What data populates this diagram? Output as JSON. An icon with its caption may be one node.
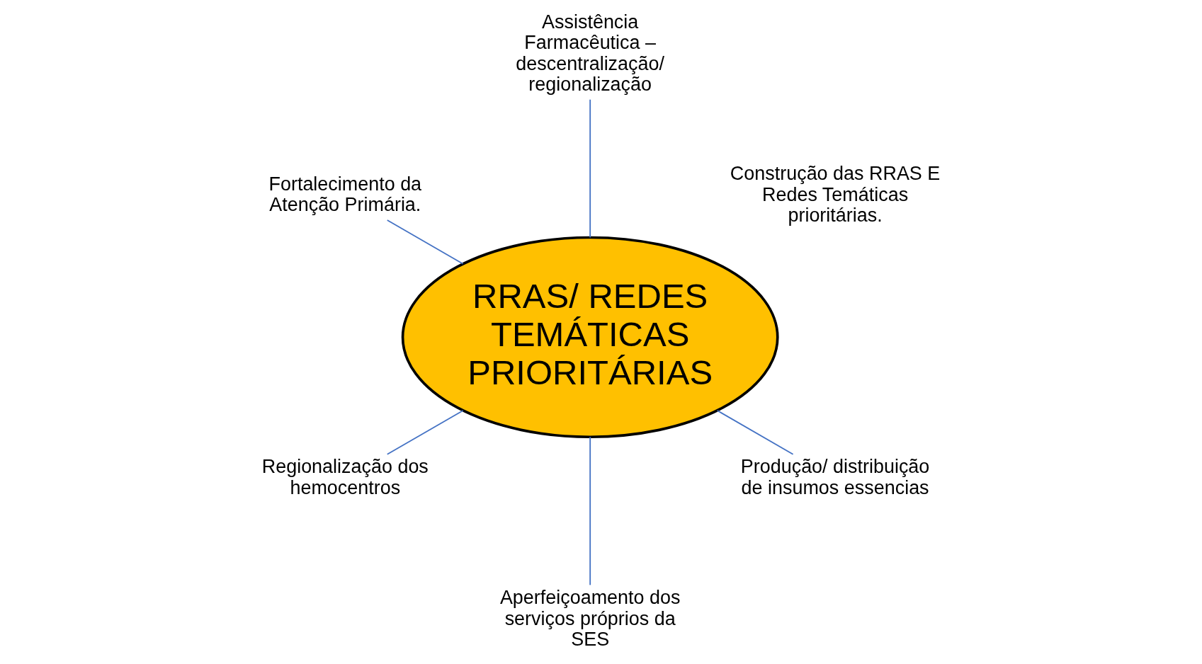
{
  "diagram": {
    "nodes": [
      {
        "text": [
          "Assistência Farmacêutica – descentralização/ regionalização"
        ]
      },
      {
        "text": [
          "Fortalecimento da Atenção Primária."
        ]
      },
      {
        "text": [
          "RRAS/ REDES TEMÁTICAS PRIORITÁRIAS"
        ]
      },
      {
        "text": [
          "Regionalização dos hemocentros"
        ]
      },
      {
        "text": [
          "Aperfeiçoamento dos serviços próprios da SES"
        ]
      },
      {
        "text": [
          "Produção/ distribuição de insumos essencias"
        ]
      }
    ],
    "edges": [
      {
        "from": 0,
        "to": 2,
        "arrow": "none"
      },
      {
        "from": 1,
        "to": 2,
        "arrow": "none"
      },
      {
        "from": 3,
        "to": 2,
        "arrow": "none"
      },
      {
        "from": 5,
        "to": 2,
        "arrow": "none"
      },
      {
        "from": 4,
        "to": 2,
        "arrow": "none"
      }
    ],
    "labels": [
      "Construção das RRAS E Redes Temáticas prioritárias."
    ]
  }
}
